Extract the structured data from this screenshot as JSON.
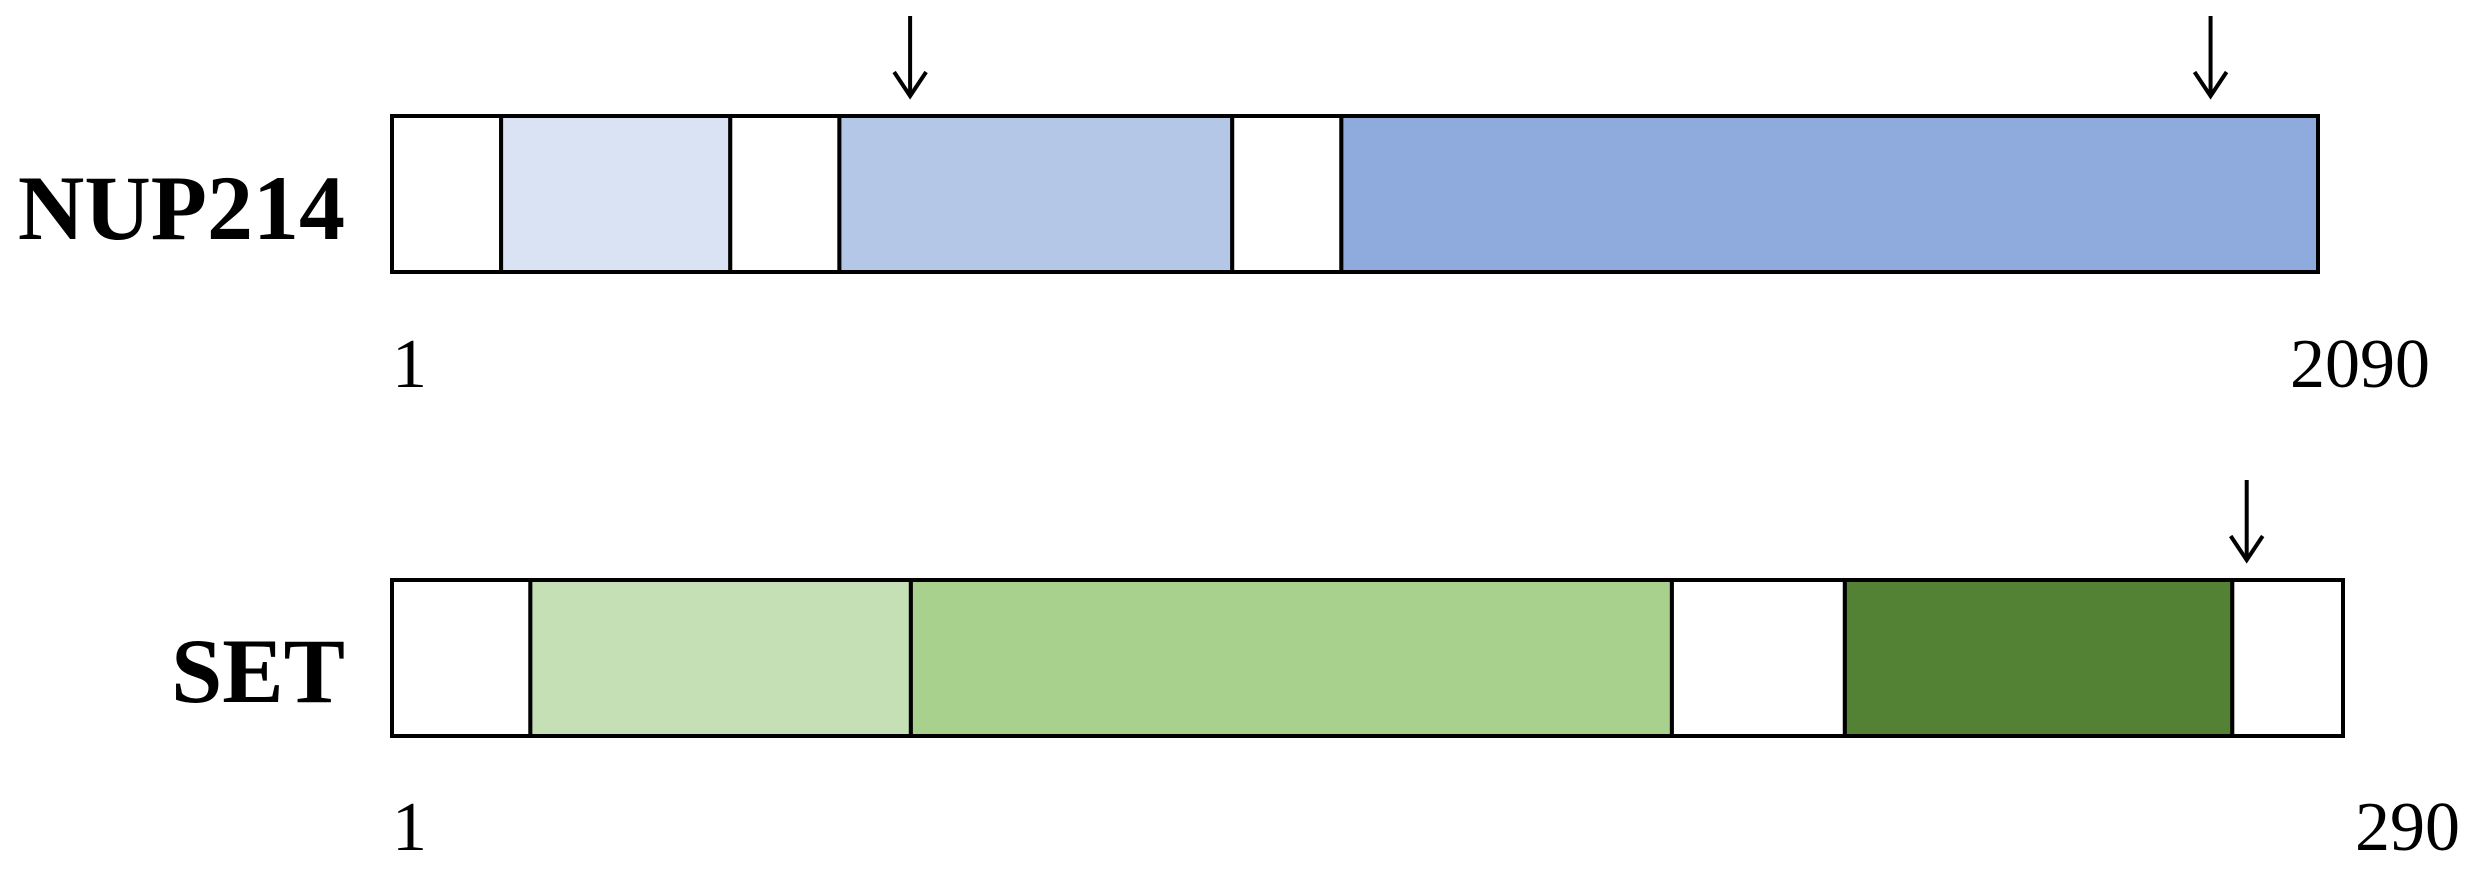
{
  "proteins": [
    {
      "name": "NUP214",
      "start_label": "1",
      "end_label": "2090",
      "segments": [
        {
          "fill": "#ffffff",
          "weight": 1.0
        },
        {
          "fill": "#dae3f3",
          "weight": 2.1
        },
        {
          "fill": "#ffffff",
          "weight": 1.0
        },
        {
          "fill": "#b4c7e7",
          "weight": 3.6
        },
        {
          "fill": "#ffffff",
          "weight": 1.0
        },
        {
          "fill": "#8faadc",
          "weight": 8.95
        }
      ],
      "arrows_after_segment": [
        3,
        5
      ],
      "arrow_fraction_in_segment": [
        0.18,
        0.89
      ]
    },
    {
      "name": "SET",
      "start_label": "1",
      "end_label": "290",
      "segments": [
        {
          "fill": "#ffffff",
          "weight": 1.0
        },
        {
          "fill": "#c5e0b4",
          "weight": 2.75
        },
        {
          "fill": "#a9d18e",
          "weight": 5.5
        },
        {
          "fill": "#ffffff",
          "weight": 1.25
        },
        {
          "fill": "#548235",
          "weight": 2.8
        },
        {
          "fill": "#ffffff",
          "weight": 0.8
        }
      ],
      "arrows_after_segment": [
        5
      ],
      "arrow_fraction_in_segment": [
        0.13
      ]
    }
  ],
  "colors": {
    "outline": "#000000",
    "arrow": "#000000"
  }
}
